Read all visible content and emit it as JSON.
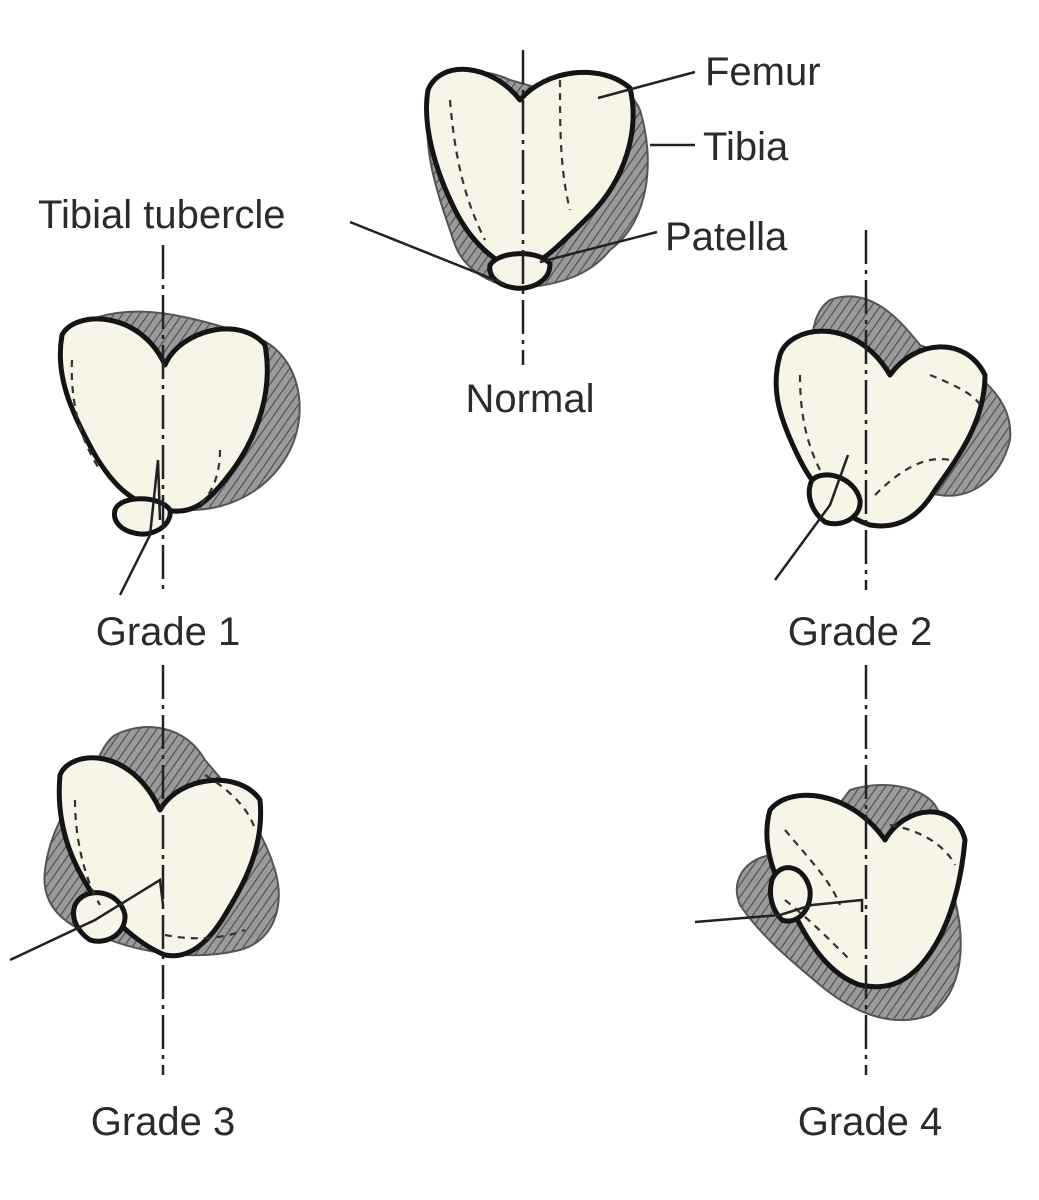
{
  "labels": {
    "femur": "Femur",
    "tibia": "Tibia",
    "patella": "Patella",
    "tibial_tubercle": "Tibial tubercle"
  },
  "panels": [
    {
      "id": "normal",
      "label": "Normal"
    },
    {
      "id": "grade-1",
      "label": "Grade 1"
    },
    {
      "id": "grade-2",
      "label": "Grade 2"
    },
    {
      "id": "grade-3",
      "label": "Grade 3"
    },
    {
      "id": "grade-4",
      "label": "Grade 4"
    }
  ],
  "colors": {
    "bone_fill": "#f7f5e8",
    "tibia_fill": "#8c8c8c",
    "outline": "#141414"
  }
}
